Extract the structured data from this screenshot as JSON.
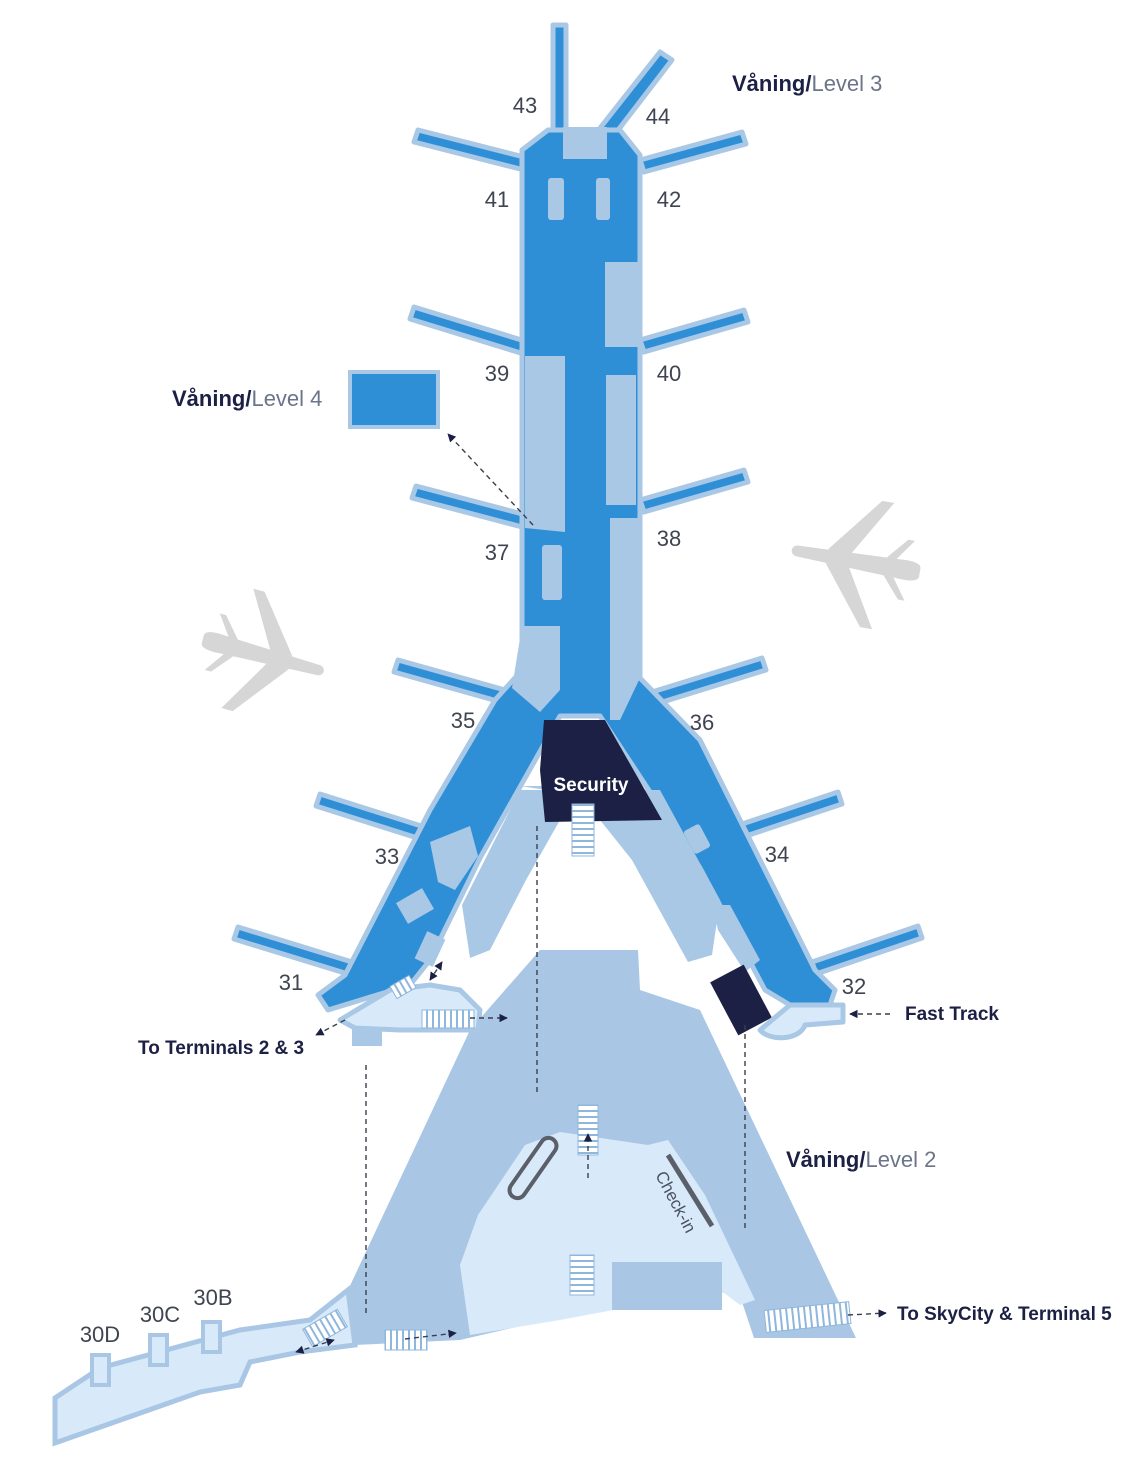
{
  "colors": {
    "level3": "#2f8fd6",
    "level3_light": "#a8c8e6",
    "level2": "#a9c7e5",
    "level2_light": "#d8eafa",
    "security": "#1c2045",
    "plane": "#d6d6d6",
    "text_dark": "#1c2045",
    "text_gray": "#6b7488"
  },
  "levels": {
    "level3": {
      "prefix": "Våning/",
      "suffix": "Level 3"
    },
    "level4": {
      "prefix": "Våning/",
      "suffix": "Level 4"
    },
    "level2": {
      "prefix": "Våning/",
      "suffix": "Level 2"
    }
  },
  "gates": {
    "g43": "43",
    "g44": "44",
    "g41": "41",
    "g42": "42",
    "g39": "39",
    "g40": "40",
    "g37": "37",
    "g38": "38",
    "g35": "35",
    "g36": "36",
    "g33": "33",
    "g34": "34",
    "g31": "31",
    "g32": "32",
    "g30d": "30D",
    "g30c": "30C",
    "g30b": "30B"
  },
  "areas": {
    "security": "Security",
    "checkin": "Check-in"
  },
  "destinations": {
    "terminals_2_3": "To Terminals 2 & 3",
    "fast_track": "Fast Track",
    "skycity_t5": "To SkyCity & Terminal 5"
  },
  "icons": {
    "plane_left": "airplane-icon",
    "plane_right": "airplane-icon"
  }
}
